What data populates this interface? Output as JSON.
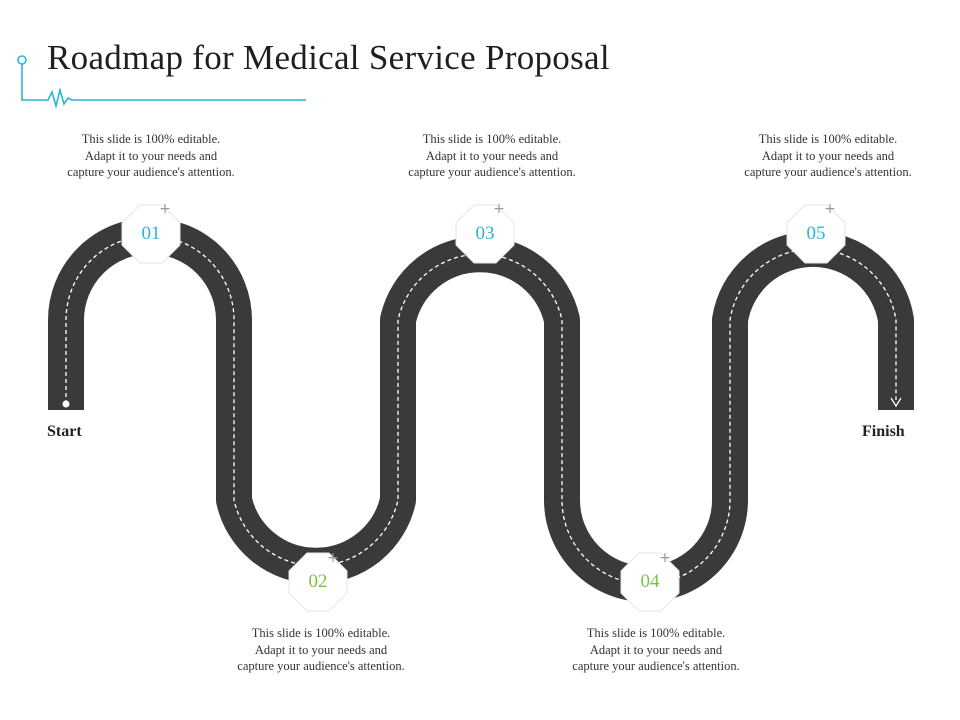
{
  "title": "Roadmap for Medical Service Proposal",
  "colors": {
    "road": "#3a3a3a",
    "accent_blue": "#29b6d8",
    "accent_green": "#7cc242",
    "octagon_fill": "#ffffff",
    "octagon_stroke": "#e6e6e6",
    "plus": "#9a9a9a"
  },
  "labels": {
    "start": "Start",
    "finish": "Finish"
  },
  "steps": [
    {
      "number": "01",
      "text": "This slide is 100% editable. Adapt it to your needs and capture your audience's attention.",
      "color": "#29b6d8"
    },
    {
      "number": "02",
      "text": "This slide is 100% editable. Adapt it to your needs and capture your audience's attention.",
      "color": "#7cc242"
    },
    {
      "number": "03",
      "text": "This slide is 100% editable. Adapt it to your needs and capture your audience's attention.",
      "color": "#29b6d8"
    },
    {
      "number": "04",
      "text": "This slide is 100% editable. Adapt it to your needs and capture your audience's attention.",
      "color": "#7cc242"
    },
    {
      "number": "05",
      "text": "This slide is 100% editable. Adapt it to your needs and capture your audience's attention.",
      "color": "#29b6d8"
    }
  ]
}
